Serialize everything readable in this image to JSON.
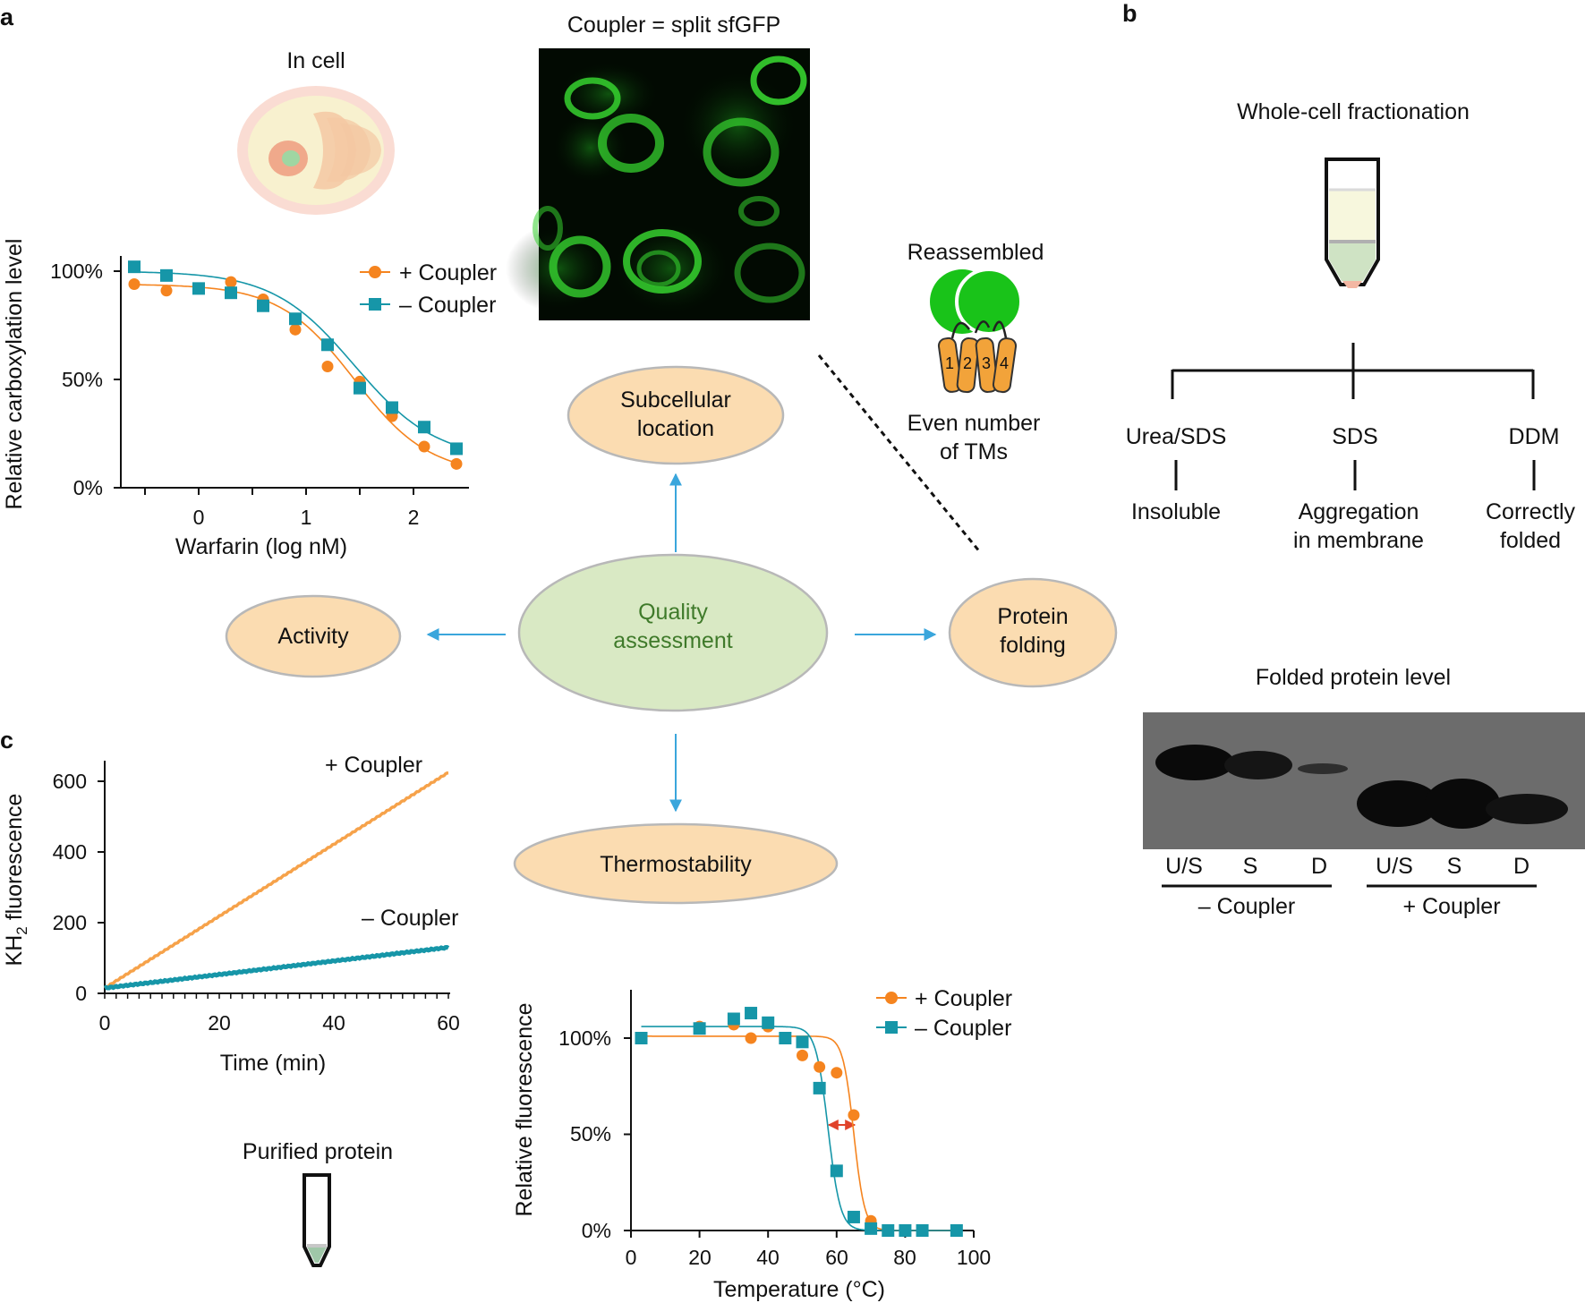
{
  "panel_letters": [
    "a",
    "b",
    "c"
  ],
  "panel_a": {
    "in_cell_label": "In cell",
    "coupler_label": "Coupler = split sfGFP",
    "reassembled_label": "Reassembled",
    "tm_numbers": [
      "1",
      "2",
      "3",
      "4"
    ],
    "even_tm_label": [
      "Even number",
      "of TMs"
    ]
  },
  "hub": {
    "center": [
      "Quality",
      "assessment"
    ],
    "subcellular": [
      "Subcellular",
      "location"
    ],
    "activity": "Activity",
    "folding": [
      "Protein",
      "folding"
    ],
    "thermostability": "Thermostability"
  },
  "panel_b": {
    "title": "Whole-cell fractionation",
    "branches": [
      {
        "buffer": "Urea/SDS",
        "fraction": [
          "Insoluble"
        ]
      },
      {
        "buffer": "SDS",
        "fraction": [
          "Aggregation",
          "in membrane"
        ]
      },
      {
        "buffer": "DDM",
        "fraction": [
          "Correctly",
          "folded"
        ]
      }
    ],
    "blot_title": "Folded protein level",
    "lane_labels": [
      "U/S",
      "S",
      "D",
      "U/S",
      "S",
      "D"
    ],
    "group_labels": [
      "– Coupler",
      "+ Coupler"
    ]
  },
  "panel_c": {
    "purified_label": "Purified protein"
  },
  "colors": {
    "orange": "#f5841f",
    "teal": "#1696a8",
    "arrow": "#3aa6dc",
    "node_fill": "#fbdcb1",
    "center_fill": "#d9e9c4"
  },
  "chart_data": [
    {
      "type": "scatter",
      "title": "",
      "xlabel": "Warfarin (log nM)",
      "ylabel": "Relative carboxylation level",
      "xlim": [
        -0.75,
        2.5
      ],
      "ylim": [
        0,
        100
      ],
      "xticks": [
        "0",
        "1",
        "2"
      ],
      "yticks": [
        "0%",
        "50%",
        "100%"
      ],
      "legend": "top-right",
      "series": [
        {
          "name": "+ Coupler",
          "x": [
            -0.6,
            -0.3,
            0,
            0.3,
            0.6,
            0.9,
            1.2,
            1.5,
            1.8,
            2.1,
            2.4
          ],
          "y": [
            94,
            91,
            92,
            95,
            87,
            73,
            56,
            49,
            33,
            19,
            11
          ]
        },
        {
          "name": "– Coupler",
          "x": [
            -0.6,
            -0.3,
            0,
            0.3,
            0.6,
            0.9,
            1.2,
            1.5,
            1.8,
            2.1,
            2.4
          ],
          "y": [
            102,
            98,
            92,
            90,
            84,
            78,
            66,
            46,
            37,
            28,
            18
          ]
        }
      ]
    },
    {
      "type": "line",
      "title": "",
      "xlabel": "Time (min)",
      "ylabel": "KH2 fluorescence",
      "ylabel_main": "KH",
      "ylabel_sub": "2",
      "ylabel_rest": " fluorescence",
      "xlim": [
        0,
        60
      ],
      "ylim": [
        0,
        650
      ],
      "xticks": [
        "0",
        "20",
        "40",
        "60"
      ],
      "yticks": [
        "0",
        "200",
        "400",
        "600"
      ],
      "series": [
        {
          "name": "+ Coupler",
          "x": [
            0,
            60
          ],
          "y": [
            15,
            625
          ]
        },
        {
          "name": "– Coupler",
          "x": [
            0,
            60
          ],
          "y": [
            15,
            130
          ]
        }
      ]
    },
    {
      "type": "scatter",
      "title": "",
      "xlabel": "Temperature (°C)",
      "ylabel": "Relative fluorescence",
      "xlim": [
        0,
        100
      ],
      "ylim": [
        0,
        120
      ],
      "xticks": [
        "0",
        "20",
        "40",
        "60",
        "80",
        "100"
      ],
      "yticks": [
        "0%",
        "50%",
        "100%"
      ],
      "legend": "top-right",
      "series": [
        {
          "name": "+ Coupler",
          "x": [
            20,
            30,
            35,
            40,
            45,
            50,
            55,
            60,
            65,
            70,
            75,
            80,
            85,
            95
          ],
          "y": [
            106,
            107,
            100,
            106,
            100,
            91,
            85,
            82,
            60,
            5,
            0,
            0,
            0,
            0
          ]
        },
        {
          "name": "– Coupler",
          "x": [
            3,
            20,
            30,
            35,
            40,
            45,
            50,
            55,
            60,
            65,
            70,
            75,
            80,
            85,
            95
          ],
          "y": [
            100,
            105,
            110,
            113,
            108,
            100,
            98,
            74,
            31,
            7,
            1,
            0,
            0,
            0,
            0
          ]
        }
      ]
    }
  ]
}
